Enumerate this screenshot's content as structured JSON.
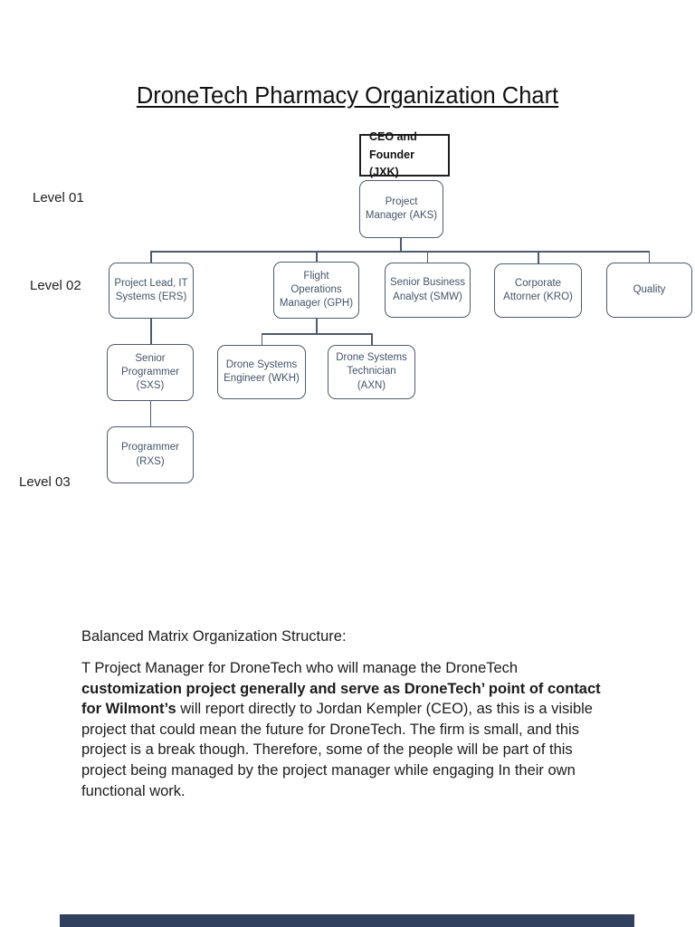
{
  "page": {
    "title": "DroneTech Pharmacy Organization Chart"
  },
  "org_chart": {
    "level_labels": [
      {
        "text": "Level 01"
      },
      {
        "text": "Level 02"
      },
      {
        "text": "Level 03"
      }
    ],
    "nodes": {
      "ceo": "CEO and\nFounder (JXK)",
      "project_manager": "Project\nManager (AKS)",
      "project_lead_it": "Project Lead, IT\nSystems (ERS)",
      "flight_ops_manager": "Flight\nOperations\nManager (GPH)",
      "senior_business_analyst": "Senior Business\nAnalyst (SMW)",
      "corporate_attorner": "Corporate\nAttorner (KRO)",
      "quality": "Quality",
      "senior_programmer": "Senior\nProgrammer\n(SXS)",
      "drone_systems_engineer": "Drone Systems\nEngineer (WKH)",
      "drone_systems_technician": "Drone Systems\nTechnician\n(AXN)",
      "programmer": "Programmer\n(RXS)"
    }
  },
  "body": {
    "heading": "Balanced Matrix Organization Structure:",
    "paragraph": {
      "lead": "T Project Manager for DroneTech who will manage the DroneTech ",
      "bold": "customization project generally and serve as DroneTech’ point of contact for Wilmont’s",
      "rest": " will report directly to Jordan Kempler (CEO), as this is a visible project that could mean the future for DroneTech. The firm is small, and this project is a break though. Therefore, some of the people will be part of this project being managed by the project manager while engaging In their own functional work."
    }
  },
  "colors": {
    "node_border": "#4f5a6e",
    "node_text": "#44546a",
    "ceo_border": "#1f1f1f",
    "connector": "#4f5a6e",
    "footer_bar": "#31405f",
    "text": "#1c1c1c"
  }
}
